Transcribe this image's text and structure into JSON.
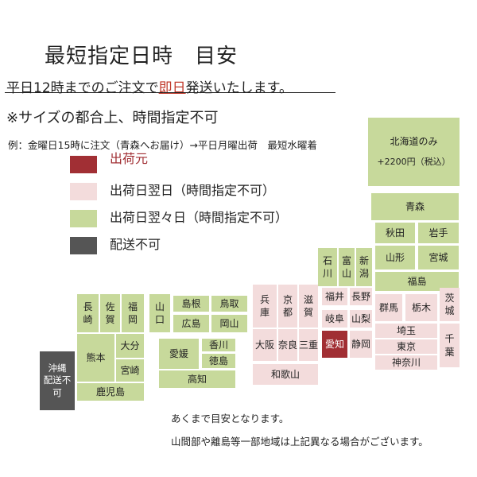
{
  "title": "最短指定日時　目安",
  "notice": {
    "pre": "平日12時までのご注文で",
    "highlight": "即日",
    "post": "発送いたします。"
  },
  "size_note": "※サイズの都合上、時間指定不可",
  "example": "例：金曜日15時に注文（青森へお届け）→平日月曜出荷　最短水曜着",
  "colors": {
    "same_day": "#a12f34",
    "next_day": "#f3dcdc",
    "two_days": "#c7d99b",
    "no_delivery": "#555555"
  },
  "legend": [
    {
      "label": "出荷元",
      "color": "#a12f34"
    },
    {
      "label": "出荷日翌日（時間指定不可）",
      "color": "#f3dcdc"
    },
    {
      "label": "出荷日翌々日（時間指定不可）",
      "color": "#c7d99b"
    },
    {
      "label": "配送不可",
      "color": "#555555"
    }
  ],
  "hokkaido": {
    "line1": "北海道のみ",
    "line2": "+2200円（税込）"
  },
  "prefectures": {
    "aomori": "青森",
    "akita": "秋田",
    "iwate": "岩手",
    "yamagata": "山形",
    "miyagi": "宮城",
    "fukushima": "福島",
    "ishikawa": "石\n川",
    "toyama": "富\n山",
    "niigata": "新\n潟",
    "fukui": "福井",
    "nagano": "長野",
    "gifu": "岐阜",
    "yamanashi": "山梨",
    "gunma": "群馬",
    "tochigi": "栃木",
    "ibaraki": "茨\n城",
    "saitama": "埼玉",
    "tokyo": "東京",
    "chiba": "千\n葉",
    "kanagawa": "神奈川",
    "aichi": "愛知",
    "shizuoka": "静岡",
    "hyogo": "兵\n庫",
    "kyoto": "京\n都",
    "shiga": "滋\n賀",
    "osaka": "大阪",
    "nara": "奈良",
    "mie": "三重",
    "wakayama": "和歌山",
    "yamaguchi": "山\n口",
    "shimane": "島根",
    "tottori": "鳥取",
    "hiroshima": "広島",
    "okayama": "岡山",
    "ehime": "愛媛",
    "kagawa": "香川",
    "tokushima": "徳島",
    "kochi": "高知",
    "nagasaki": "長\n崎",
    "saga": "佐\n賀",
    "fukuoka": "福\n岡",
    "kumamoto": "熊本",
    "oita": "大分",
    "miyazaki": "宮崎",
    "kagoshima": "鹿児島",
    "okinawa": "沖縄\n配送不可"
  },
  "notes": {
    "line1": "あくまで目安となります。",
    "line2": "山間部や離島等一部地域は上記異なる場合がございます。"
  }
}
